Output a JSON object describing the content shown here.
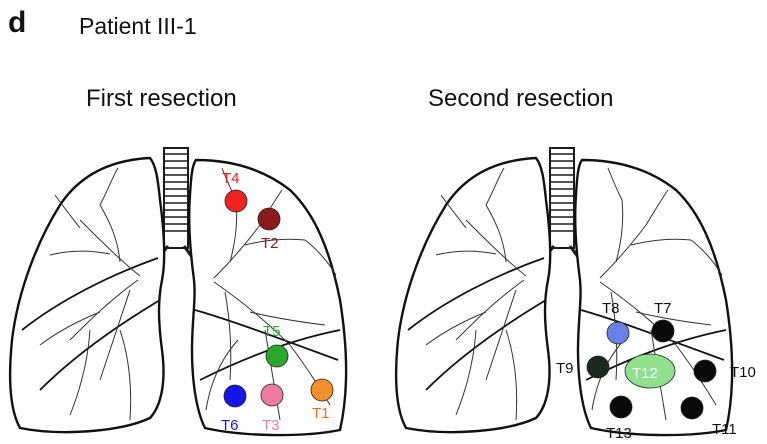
{
  "panel_letter": "d",
  "patient": "Patient III-1",
  "panels": [
    {
      "title": "First resection",
      "tumors": [
        {
          "label": "T4",
          "color": "#ef2320",
          "label_color": "#e8201d"
        },
        {
          "label": "T2",
          "color": "#8b1a1a",
          "label_color": "#8b1a1a"
        },
        {
          "label": "T5",
          "color": "#2aaa2a",
          "label_color": "#2aaa2a"
        },
        {
          "label": "T6",
          "color": "#1515e6",
          "label_color": "#1515e6"
        },
        {
          "label": "T3",
          "color": "#f07aa0",
          "label_color": "#f07aa0"
        },
        {
          "label": "T1",
          "color": "#f2902c",
          "label_color": "#e8701c"
        }
      ]
    },
    {
      "title": "Second resection",
      "tumors": [
        {
          "label": "T8",
          "color": "#6b80e6",
          "label_color": "#111111"
        },
        {
          "label": "T7",
          "color": "#0a0a0a",
          "label_color": "#111111"
        },
        {
          "label": "T9",
          "color": "#1b2b1b",
          "label_color": "#111111"
        },
        {
          "label": "T12",
          "color": "#8fe08f",
          "label_color": "#ffffff"
        },
        {
          "label": "T10",
          "color": "#0a0a0a",
          "label_color": "#111111"
        },
        {
          "label": "T13",
          "color": "#0a0a0a",
          "label_color": "#111111"
        },
        {
          "label": "T11",
          "color": "#0a0a0a",
          "label_color": "#111111"
        }
      ]
    }
  ]
}
